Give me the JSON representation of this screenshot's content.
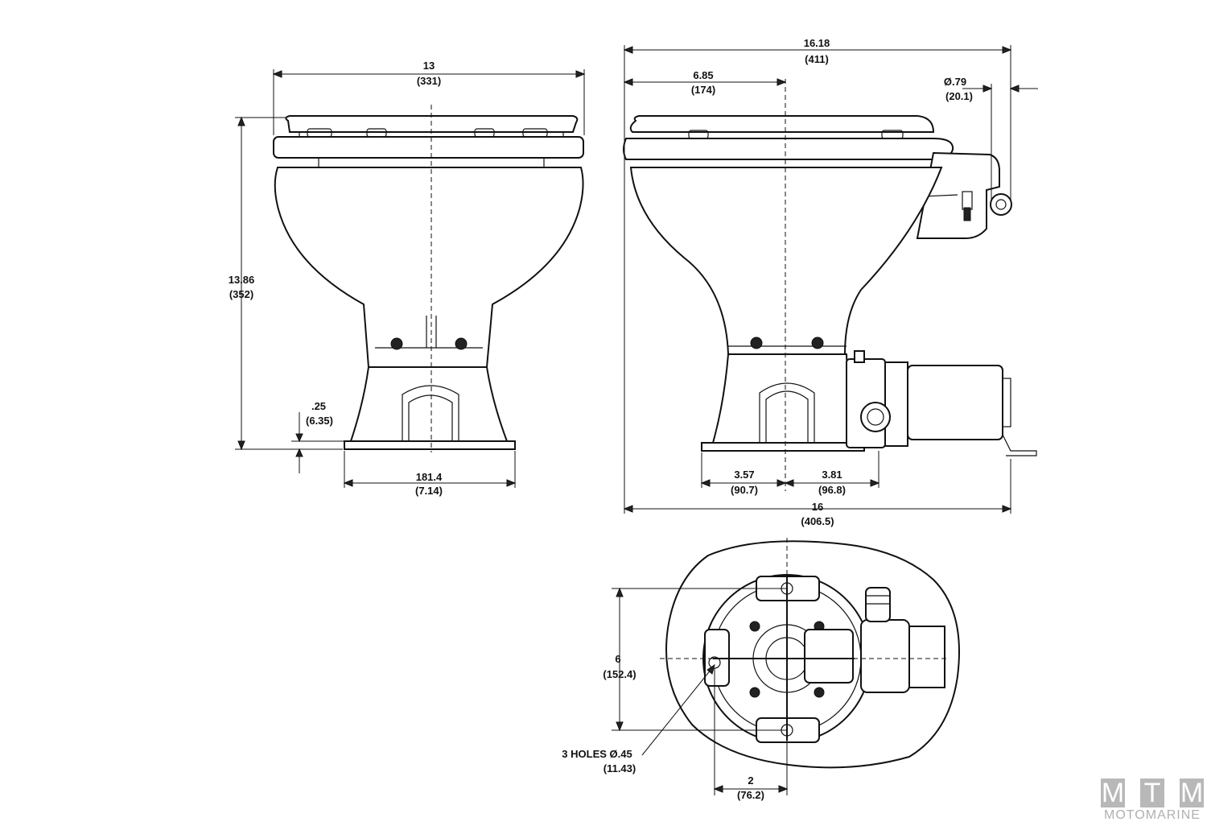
{
  "dimensions": {
    "front_width_in": "13",
    "front_width_mm": "(331)",
    "height_in": "13.86",
    "height_mm": "(352)",
    "base_thickness_in": ".25",
    "base_thickness_mm": "(6.35)",
    "base_width_mm": "181.4",
    "base_width_in": "(7.14)",
    "overall_length_in": "16.18",
    "overall_length_mm": "(411)",
    "rear_to_center_in": "6.85",
    "rear_to_center_mm": "(174)",
    "outlet_dia_in": "Ø.79",
    "outlet_dia_mm": "(20.1)",
    "base_rear_in": "3.57",
    "base_rear_mm": "(90.7)",
    "base_front_in": "3.81",
    "base_front_mm": "(96.8)",
    "base_length_in": "16",
    "base_length_mm": "(406.5)",
    "bolt_spacing_in": "6",
    "bolt_spacing_mm": "(152.4)",
    "holes_label": "3 HOLES Ø.45",
    "holes_mm": "(11.43)",
    "offset_in": "2",
    "offset_mm": "(76.2)"
  },
  "logo": {
    "letters": [
      "M",
      "T",
      "M"
    ],
    "name": "MOTOMARINE",
    "color": "#b8b8b8"
  }
}
